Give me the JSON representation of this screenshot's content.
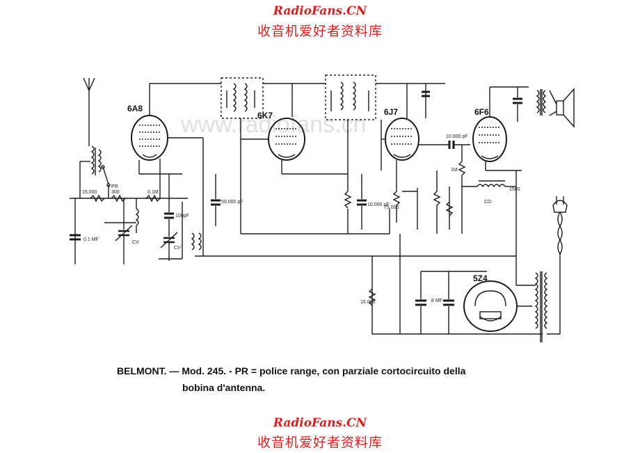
{
  "header": {
    "site": "RadioFans.CN",
    "subtitle": "收音机爱好者资料库"
  },
  "footer": {
    "site": "RadioFans.CN",
    "subtitle": "收音机爱好者资料库"
  },
  "watermark": "www.radiofans.cn",
  "tubes": {
    "t1": "6A8",
    "t2": "6K7",
    "t3": "6J7",
    "t4": "6F6",
    "rect": "5Z4"
  },
  "components": {
    "pr": "PR",
    "r_15000": "15.000",
    "r_300": "300",
    "r_01": "0.1M",
    "c_100pf": "100pF",
    "c_01mf": "0.1 MF",
    "cv1": "CV",
    "cv2": "CV",
    "c_50000": "50.000 pF",
    "c_10000": "10.000 pF",
    "r_75000": "75.000",
    "c_10000b": "10.000 pF",
    "r_1m": "1M",
    "cd": "CD",
    "r_1500": "1500",
    "r_15000b": "15.000",
    "c_8mf": "8 MF"
  },
  "caption": {
    "line1": "BELMONT. — Mod. 245. - PR = police range, con parziale cortocircuito della",
    "line2": "bobina d'antenna."
  }
}
